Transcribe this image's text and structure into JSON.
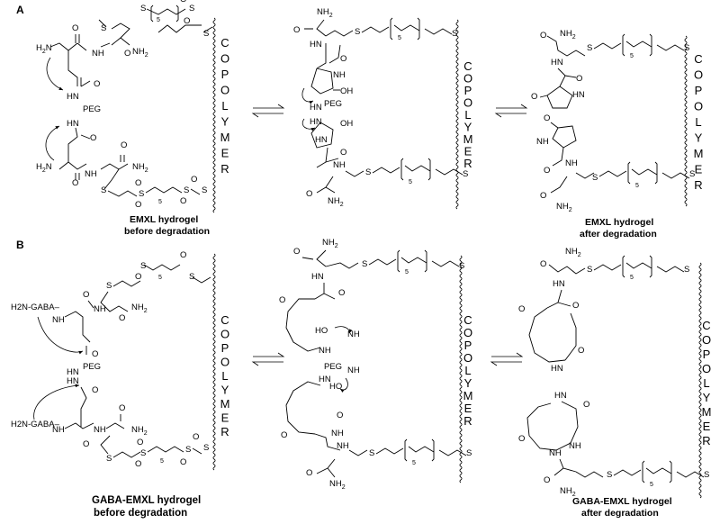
{
  "panels": {
    "a": "A",
    "b": "B"
  },
  "captions": {
    "a_left_1": "EMXL hydrogel",
    "a_left_2": "before degradation",
    "a_right_1": "EMXL hydrogel",
    "a_right_2": "after degradation",
    "b_left_1": "GABA-EMXL hydrogel",
    "b_left_2": "before degradation",
    "b_right_1": "GABA-EMXL hydrogel",
    "b_right_2": "after degradation"
  },
  "copolymer": "COPOLYMER",
  "atoms": {
    "nh2": "NH",
    "h2n": "H",
    "h2n_n": "N",
    "two": "2",
    "nh": "NH",
    "hn": "HN",
    "h": "H",
    "n": "N",
    "o": "O",
    "s": "S",
    "oh": "OH",
    "ho": "HO",
    "peg": "PEG",
    "five": "5",
    "gaba": "H2N-GABA–"
  }
}
